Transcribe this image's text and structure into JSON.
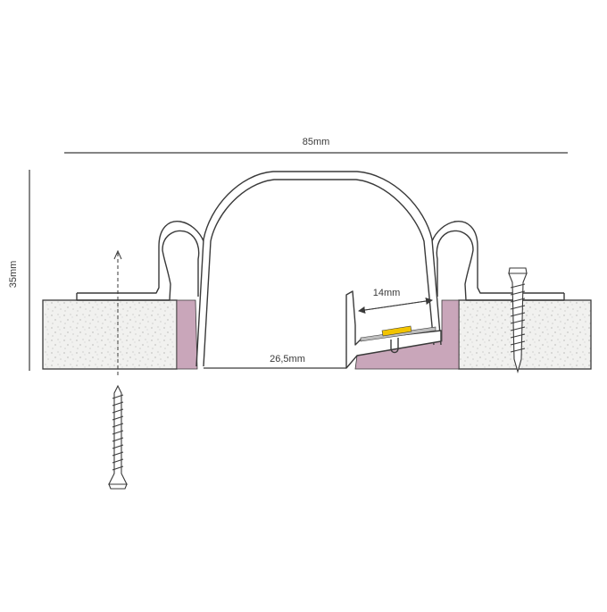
{
  "diagram": {
    "labels": {
      "width_overall": "85mm",
      "height_overall": "35mm",
      "opening_width": "26,5mm",
      "strip_width": "14mm"
    },
    "colors": {
      "outline": "#3a3a3a",
      "profile_fill": "#ffffff",
      "board_fill": "#f1f1ef",
      "board_speckle": "#9a9a9a",
      "adhesive_fill": "#c9a6ba",
      "led_strip": "#f2c400",
      "led_pcb": "#bdbdbd",
      "screw_fill": "#ffffff"
    },
    "components": [
      "aluminium-profile",
      "plasterboard-left",
      "plasterboard-right",
      "filler-left",
      "filler-right",
      "led-strip",
      "screw-left",
      "screw-right"
    ]
  }
}
